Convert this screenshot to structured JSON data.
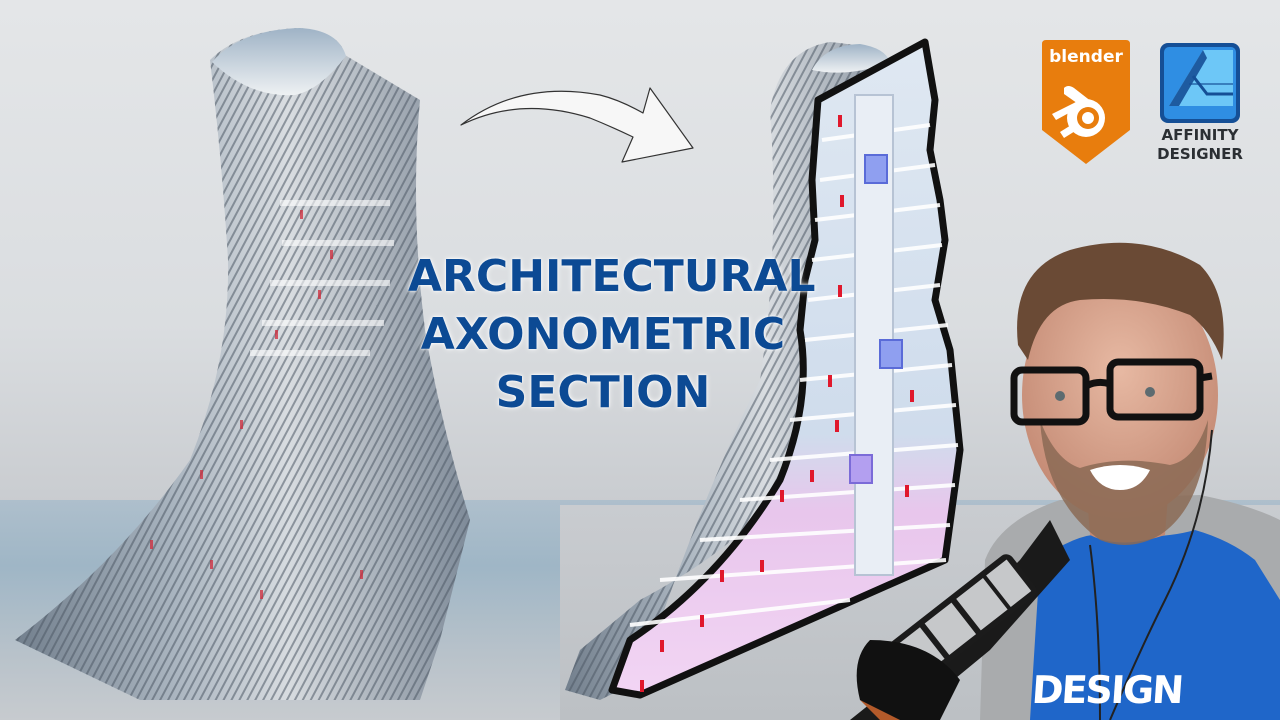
{
  "thumbnail": {
    "title_lines": [
      "ARCHITECTURAL",
      "AXONOMETRIC",
      "SECTION"
    ],
    "title_color": "#0c4a94"
  },
  "logos": {
    "blender": {
      "label": "blender",
      "color": "#e87d0d"
    },
    "affinity": {
      "label_lines": [
        "AFFINITY",
        "DESIGNER"
      ],
      "color": "#1b6fc4"
    }
  },
  "presenter": {
    "shirt_text": "DESIGN",
    "shirt_color": "#1f66c9"
  },
  "icons": {
    "arrow": "curved-arrow-right",
    "blender": "blender-logo-icon",
    "affinity": "affinity-designer-logo-icon",
    "microphone": "microphone-icon"
  }
}
